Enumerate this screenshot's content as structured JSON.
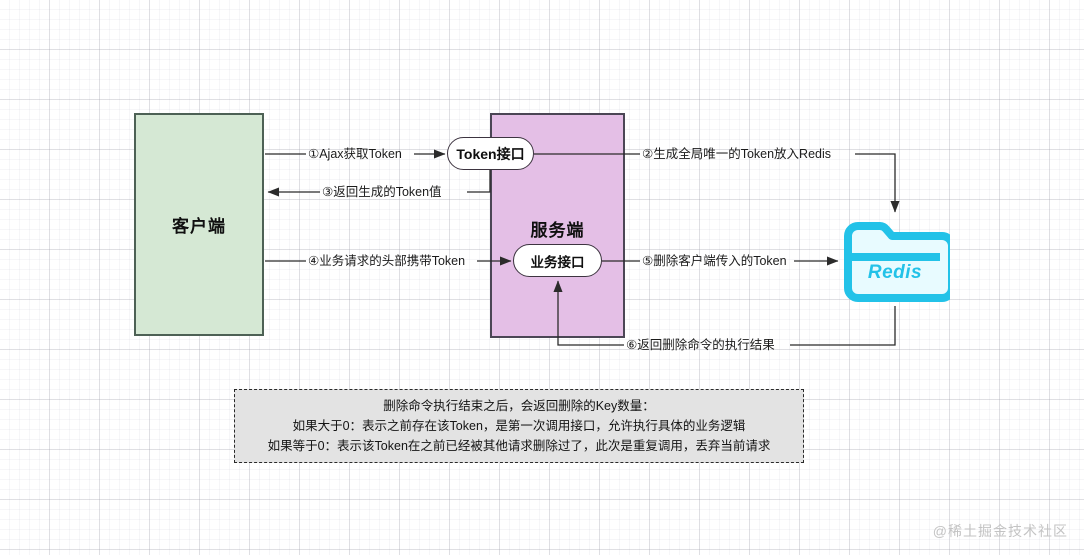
{
  "nodes": {
    "client": {
      "label": "客户端",
      "fill": "#d5e8d4",
      "stroke": "#4d6155"
    },
    "server": {
      "label": "服务端",
      "fill": "#e4bfe6",
      "stroke": "#4b4655"
    },
    "token_api": {
      "label": "Token接口"
    },
    "business_api": {
      "label": "业务接口"
    },
    "redis": {
      "label": "Redis",
      "color": "#23c2e8"
    }
  },
  "edges": [
    {
      "id": "1",
      "label": "①Ajax获取Token"
    },
    {
      "id": "2",
      "label": "②生成全局唯一的Token放入Redis"
    },
    {
      "id": "3",
      "label": "③返回生成的Token值"
    },
    {
      "id": "4",
      "label": "④业务请求的头部携带Token"
    },
    {
      "id": "5",
      "label": "⑤删除客户端传入的Token"
    },
    {
      "id": "6",
      "label": "⑥返回删除命令的执行结果"
    }
  ],
  "note": {
    "lines": [
      "删除命令执行结束之后，会返回删除的Key数量：",
      "如果大于0：表示之前存在该Token，是第一次调用接口，允许执行具体的业务逻辑",
      "如果等于0：表示该Token在之前已经被其他请求删除过了，此次是重复调用，丢弃当前请求"
    ]
  },
  "watermark": {
    "text": "@稀土掘金技术社区"
  }
}
